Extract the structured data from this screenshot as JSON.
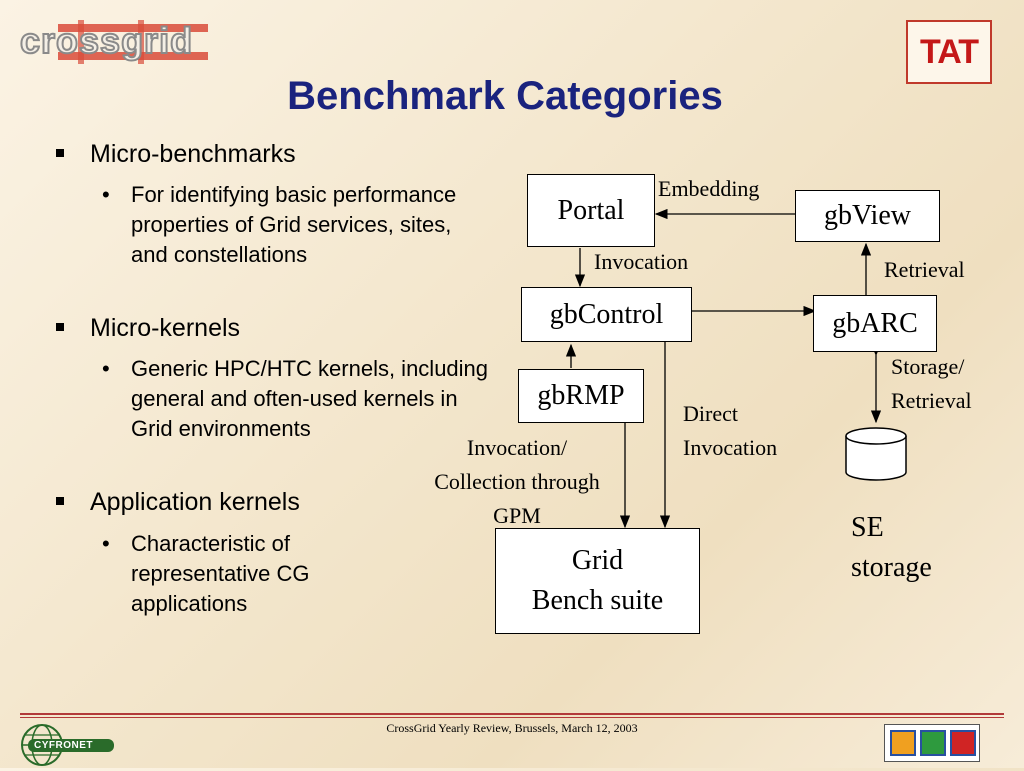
{
  "header": {
    "logo_text": "crossgrid",
    "badge": "TAT",
    "title": "Benchmark Categories"
  },
  "bullets": [
    {
      "label": "Micro-benchmarks",
      "sub": "For identifying basic performance properties of Grid services, sites, and constellations"
    },
    {
      "label": "Micro-kernels",
      "sub": "Generic HPC/HTC kernels, including general and often-used kernels in Grid environments"
    },
    {
      "label": "Application kernels",
      "sub": "Characteristic of representative CG applications"
    }
  ],
  "diagram": {
    "nodes": {
      "portal": "Portal",
      "gbview": "gbView",
      "gbcontrol": "gbControl",
      "gbarc": "gbARC",
      "gbrmp": "gbRMP",
      "grid_bench_line1": "Grid",
      "grid_bench_line2": "Bench suite",
      "se_storage_line1": "SE",
      "se_storage_line2": "storage"
    },
    "edge_labels": {
      "embedding": "Embedding",
      "invocation": "Invocation",
      "retrieval": "Retrieval",
      "storage_retrieval_line1": "Storage/",
      "storage_retrieval_line2": "Retrieval",
      "direct_invocation_line1": "Direct",
      "direct_invocation_line2": "Invocation",
      "collection_line1": "Invocation/",
      "collection_line2": "Collection through",
      "collection_line3": "GPM"
    }
  },
  "footer": {
    "text": "CrossGrid Yearly Review,  Brussels, March 12, 2003",
    "left_logo": "CYFRONET",
    "right_logo_colors": [
      "#f0a020",
      "#2e9a3e",
      "#d02424"
    ]
  }
}
